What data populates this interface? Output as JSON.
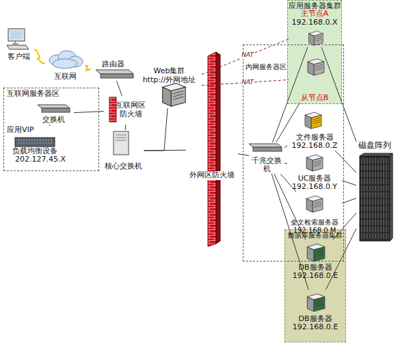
{
  "diagram": {
    "nodes": [
      {
        "text": [
          "客户端"
        ]
      },
      {
        "text": [
          "互联网"
        ]
      },
      {
        "text": [
          "路由器"
        ]
      },
      {
        "text": [
          "互联网服务器区"
        ]
      },
      {
        "text": [
          "交换机"
        ],
        "in": 3
      },
      {
        "text": [
          "应用VIP",
          "负载均衡设备",
          "202.127.45.X"
        ],
        "in": 3
      },
      {
        "text": [
          "互联网区防火墙"
        ]
      },
      {
        "text": [
          "核心交换机"
        ]
      },
      {
        "text": [
          "Web集群",
          "http://外网地址"
        ]
      },
      {
        "text": [
          "外网区防火墙"
        ]
      },
      {
        "text": [
          "内网服务器区"
        ]
      },
      {
        "text": [
          "应用服务器集群"
        ]
      },
      {
        "text": [
          "主节点A",
          "192.168.0.X"
        ],
        "in": 11
      },
      {
        "text": [
          "从节点B"
        ],
        "in": 11
      },
      {
        "text": [
          "千兆交换机"
        ],
        "in": 10
      },
      {
        "text": [
          "文件服务器",
          "192.168.0.Z"
        ],
        "in": 10
      },
      {
        "text": [
          "UC服务器",
          "192.168.0.Y"
        ],
        "in": 10
      },
      {
        "text": [
          "全文检索服务器",
          "192.168.0.M"
        ],
        "in": 10
      },
      {
        "text": [
          "数据库服务器集群"
        ]
      },
      {
        "text": [
          "DB服务器",
          "192.168.0.E"
        ],
        "in": 18
      },
      {
        "text": [
          "DB服务器",
          "192.168.0.E"
        ],
        "in": 18
      },
      {
        "text": [
          "磁盘阵列"
        ]
      }
    ],
    "edges": [
      {
        "from": 0,
        "to": 1,
        "arrow": "none"
      },
      {
        "from": 1,
        "to": 2,
        "arrow": "none"
      },
      {
        "from": 2,
        "to": 6,
        "arrow": "none"
      },
      {
        "from": 4,
        "to": 6,
        "arrow": "none"
      },
      {
        "from": 4,
        "to": 5,
        "arrow": "none"
      },
      {
        "from": 6,
        "to": 7,
        "arrow": "none"
      },
      {
        "from": 7,
        "to": 8,
        "arrow": "none"
      },
      {
        "from": 7,
        "to": 9,
        "arrow": "none"
      },
      {
        "from": 9,
        "to": 14,
        "arrow": "none"
      },
      {
        "from": 14,
        "to": 12,
        "arrow": "none"
      },
      {
        "from": 14,
        "to": 13,
        "arrow": "none"
      },
      {
        "from": 14,
        "to": 15,
        "arrow": "none"
      },
      {
        "from": 14,
        "to": 16,
        "arrow": "none"
      },
      {
        "from": 14,
        "to": 17,
        "arrow": "none"
      },
      {
        "from": 14,
        "to": 19,
        "arrow": "none"
      },
      {
        "from": 14,
        "to": 20,
        "arrow": "none"
      },
      {
        "from": 21,
        "to": 12,
        "arrow": "none"
      },
      {
        "from": 21,
        "to": 15,
        "arrow": "none"
      },
      {
        "from": 21,
        "to": 16,
        "arrow": "none"
      },
      {
        "from": 21,
        "to": 17,
        "arrow": "none"
      },
      {
        "from": 21,
        "to": 19,
        "arrow": "none"
      },
      {
        "from": 21,
        "to": 20,
        "arrow": "none"
      },
      {
        "from": 8,
        "to": 12,
        "label": "NAT",
        "arrow": "none"
      },
      {
        "from": 8,
        "to": 13,
        "label": "NAT",
        "arrow": "none"
      }
    ]
  }
}
